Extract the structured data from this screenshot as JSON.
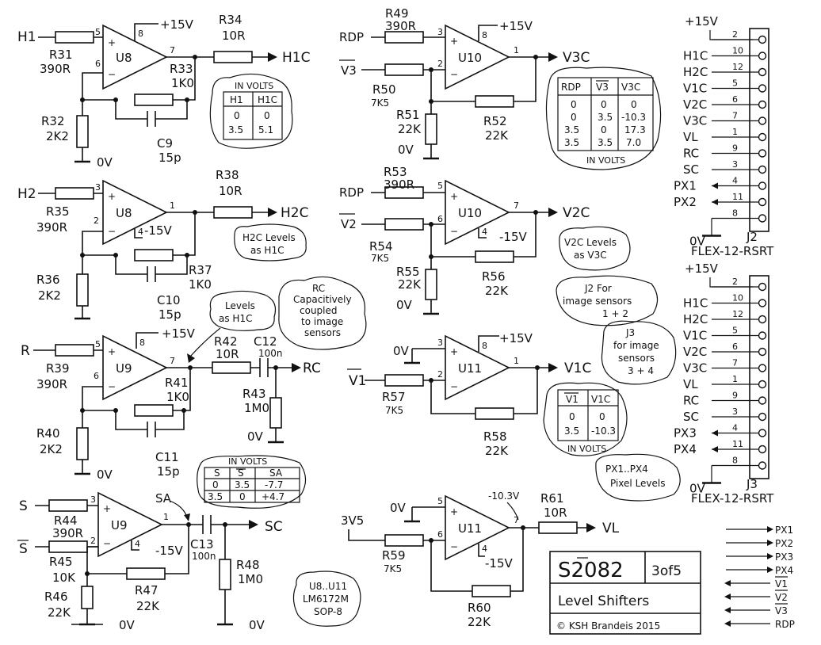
{
  "sheet": {
    "title": "S2082",
    "page": "3of5",
    "subtitle": "Level Shifters",
    "credit": "© KSH Brandeis 2015"
  },
  "opamps": {
    "u8a": {
      "ref": "U8",
      "pin_in_plus": "5",
      "pin_in_minus": "6",
      "pin_out": "7",
      "pin_supply": "8",
      "supply": "+15V"
    },
    "u8b": {
      "ref": "U8",
      "pin_in_plus": "3",
      "pin_in_minus": "2",
      "pin_out": "1",
      "pin_supply": "4",
      "supply": "-15V"
    },
    "u9a": {
      "ref": "U9",
      "pin_in_plus": "5",
      "pin_in_minus": "6",
      "pin_out": "7",
      "pin_supply": "8",
      "supply": "+15V"
    },
    "u9b": {
      "ref": "U9",
      "pin_in_plus": "3",
      "pin_in_minus": "2",
      "pin_out": "1",
      "pin_supply": "4",
      "supply": "-15V"
    },
    "u10a": {
      "ref": "U10",
      "pin_in_plus": "3",
      "pin_in_minus": "2",
      "pin_out": "1",
      "pin_supply": "8",
      "supply": "+15V"
    },
    "u10b": {
      "ref": "U10",
      "pin_in_plus": "5",
      "pin_in_minus": "6",
      "pin_out": "7",
      "pin_supply": "4",
      "supply": "-15V"
    },
    "u11a": {
      "ref": "U11",
      "pin_in_plus": "3",
      "pin_in_minus": "2",
      "pin_out": "1",
      "pin_supply": "8",
      "supply": "+15V"
    },
    "u11b": {
      "ref": "U11",
      "pin_in_plus": "5",
      "pin_in_minus": "6",
      "pin_out": "7",
      "pin_supply": "4",
      "supply": "-15V",
      "out_level": "-10.3V"
    }
  },
  "resistors": {
    "r31": [
      "R31",
      "390R"
    ],
    "r32": [
      "R32",
      "2K2"
    ],
    "r33": [
      "R33",
      "1K0"
    ],
    "r34": [
      "R34",
      "10R"
    ],
    "r35": [
      "R35",
      "390R"
    ],
    "r36": [
      "R36",
      "2K2"
    ],
    "r37": [
      "R37",
      "1K0"
    ],
    "r38": [
      "R38",
      "10R"
    ],
    "r39": [
      "R39",
      "390R"
    ],
    "r40": [
      "R40",
      "2K2"
    ],
    "r41": [
      "R41",
      "1K0"
    ],
    "r42": [
      "R42",
      "10R"
    ],
    "r43": [
      "R43",
      "1M0"
    ],
    "r44": [
      "R44",
      "390R"
    ],
    "r45": [
      "R45",
      "10K"
    ],
    "r46": [
      "R46",
      "22K"
    ],
    "r47": [
      "R47",
      "22K"
    ],
    "r48": [
      "R48",
      "1M0"
    ],
    "r49": [
      "R49",
      "390R"
    ],
    "r50": [
      "R50",
      "7K5"
    ],
    "r51": [
      "R51",
      "22K"
    ],
    "r52": [
      "R52",
      "22K"
    ],
    "r53": [
      "R53",
      "390R"
    ],
    "r54": [
      "R54",
      "7K5"
    ],
    "r55": [
      "R55",
      "22K"
    ],
    "r56": [
      "R56",
      "22K"
    ],
    "r57": [
      "R57",
      "7K5"
    ],
    "r58": [
      "R58",
      "22K"
    ],
    "r59": [
      "R59",
      "7K5"
    ],
    "r60": [
      "R60",
      "22K"
    ],
    "r61": [
      "R61",
      "10R"
    ]
  },
  "capacitors": {
    "c9": [
      "C9",
      "15p"
    ],
    "c10": [
      "C10",
      "15p"
    ],
    "c11": [
      "C11",
      "15p"
    ],
    "c12": [
      "C12",
      "100n"
    ],
    "c13": [
      "C13",
      "100n"
    ]
  },
  "signals": {
    "h1": "H1",
    "h1c": "H1C",
    "h2": "H2",
    "h2c": "H2C",
    "r": "R",
    "rc": "RC",
    "s": "S",
    "sbar": "S",
    "sa": "SA",
    "sc": "SC",
    "rdp": "RDP",
    "v3": "V3",
    "v3c": "V3C",
    "v2": "V2",
    "v2c": "V2C",
    "ov": "0V",
    "v1": "V1",
    "v1c": "V1C",
    "v3v5": "3V5",
    "vl": "VL",
    "p15": "+15V",
    "m15": "-15V",
    "ground": "0V"
  },
  "tables": {
    "h1": {
      "caption": "IN VOLTS",
      "headers": [
        "H1",
        "H1C"
      ],
      "rows": [
        [
          "0",
          "0"
        ],
        [
          "3.5",
          "5.1"
        ]
      ]
    },
    "s": {
      "caption": "IN VOLTS",
      "headers": [
        "S",
        "S",
        "SA"
      ],
      "rows": [
        [
          "0",
          "3.5",
          "-7.7"
        ],
        [
          "3.5",
          "0",
          "+4.7"
        ]
      ]
    },
    "v3": {
      "caption": "IN VOLTS",
      "headers": [
        "RDP",
        "V3",
        "V3C"
      ],
      "rows": [
        [
          "0",
          "0",
          "0"
        ],
        [
          "0",
          "3.5",
          "-10.3"
        ],
        [
          "3.5",
          "0",
          "17.3"
        ],
        [
          "3.5",
          "3.5",
          "7.0"
        ]
      ]
    },
    "v1": {
      "caption": "IN VOLTS",
      "headers": [
        "V1",
        "V1C"
      ],
      "rows": [
        [
          "0",
          "0"
        ],
        [
          "3.5",
          "-10.3"
        ]
      ]
    }
  },
  "notes": {
    "h2c": [
      "H2C Levels",
      "as H1C"
    ],
    "levels": [
      "Levels",
      "as H1C"
    ],
    "rc": [
      "RC",
      "Capacitively",
      "coupled",
      "to image",
      "sensors"
    ],
    "v2c": [
      "V2C Levels",
      "as V3C"
    ],
    "j2": [
      "J2 For",
      "image sensors",
      "1 + 2"
    ],
    "j3": [
      "J3",
      "for image",
      "sensors",
      "3 + 4"
    ],
    "px": [
      "PX1..PX4",
      "Pixel Levels"
    ],
    "ics": [
      "U8..U11",
      "LM6172M",
      "SOP-8"
    ]
  },
  "connectors": {
    "j2": {
      "ref": "J2",
      "part": "FLEX-12-RSRT",
      "supply": "+15V",
      "ground": "0V",
      "pins": [
        {
          "label": "",
          "pin": "2"
        },
        {
          "label": "H1C",
          "pin": "10"
        },
        {
          "label": "H2C",
          "pin": "12"
        },
        {
          "label": "V1C",
          "pin": "5"
        },
        {
          "label": "V2C",
          "pin": "6"
        },
        {
          "label": "V3C",
          "pin": "7"
        },
        {
          "label": "VL",
          "pin": "1"
        },
        {
          "label": "RC",
          "pin": "9"
        },
        {
          "label": "SC",
          "pin": "3"
        },
        {
          "label": "PX1",
          "pin": "4"
        },
        {
          "label": "PX2",
          "pin": "11"
        },
        {
          "label": "",
          "pin": "8"
        }
      ]
    },
    "j3": {
      "ref": "J3",
      "part": "FLEX-12-RSRT",
      "supply": "+15V",
      "ground": "0V",
      "pins": [
        {
          "label": "",
          "pin": "2"
        },
        {
          "label": "H1C",
          "pin": "10"
        },
        {
          "label": "H2C",
          "pin": "12"
        },
        {
          "label": "V1C",
          "pin": "5"
        },
        {
          "label": "V2C",
          "pin": "6"
        },
        {
          "label": "V3C",
          "pin": "7"
        },
        {
          "label": "VL",
          "pin": "1"
        },
        {
          "label": "RC",
          "pin": "9"
        },
        {
          "label": "SC",
          "pin": "3"
        },
        {
          "label": "PX3",
          "pin": "4"
        },
        {
          "label": "PX4",
          "pin": "11"
        },
        {
          "label": "",
          "pin": "8"
        }
      ]
    }
  },
  "ports": [
    "PX1",
    "PX2",
    "PX3",
    "PX4",
    "V1",
    "V2",
    "V3",
    "RDP"
  ]
}
